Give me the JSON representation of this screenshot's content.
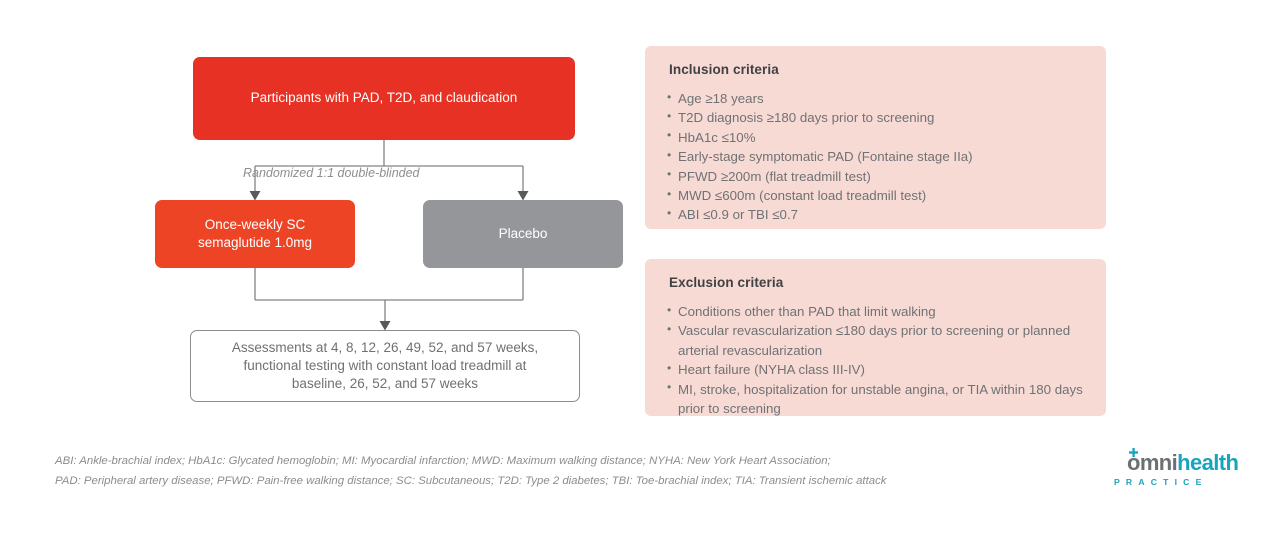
{
  "flow": {
    "participants_box": "Participants with PAD, T2D, and claudication",
    "randomization_label": "Randomized 1:1 double-blinded",
    "arm_treatment_line1": "Once-weekly SC",
    "arm_treatment_line2": "semaglutide 1.0mg",
    "arm_control": "Placebo",
    "assessments_line1": "Assessments at 4, 8, 12, 26, 49, 52, and 57 weeks,",
    "assessments_line2": "functional testing with constant load treadmill at",
    "assessments_line3": "baseline, 26, 52, and 57 weeks",
    "colors": {
      "participants_box": "#e63124",
      "treatment_box": "#ee4426",
      "control_box": "#949699",
      "assessments_border": "#8a8c8e",
      "connector": "#7f8285"
    }
  },
  "inclusion": {
    "title": "Inclusion criteria",
    "items": [
      "Age ≥18 years",
      "T2D diagnosis ≥180 days prior to screening",
      "HbA1c ≤10%",
      "Early-stage symptomatic PAD (Fontaine stage IIa)",
      "PFWD ≥200m (flat treadmill test)",
      "MWD ≤600m (constant load treadmill test)",
      "ABI ≤0.9 or TBI ≤0.7"
    ]
  },
  "exclusion": {
    "title": "Exclusion criteria",
    "items": [
      "Conditions other than PAD that limit walking",
      "Vascular revascularization ≤180 days prior to screening or planned arterial revascularization",
      "Heart failure (NYHA class III-IV)",
      "MI, stroke, hospitalization for unstable angina, or TIA within 180 days prior to screening"
    ]
  },
  "panel_colors": {
    "background": "#f8dad5",
    "title_text": "#3f4143",
    "body_text": "#6f7274"
  },
  "footnote": {
    "line1": "ABI: Ankle-brachial index; HbA1c: Glycated hemoglobin; MI: Myocardial infarction; MWD: Maximum walking distance; NYHA: New York Heart Association;",
    "line2": "PAD: Peripheral artery disease; PFWD: Pain-free walking distance; SC: Subcutaneous; T2D: Type 2 diabetes; TBI: Toe-brachial index; TIA: Transient ischemic attack"
  },
  "logo": {
    "word_part1": "omni",
    "word_part2": "health",
    "tagline": "PRACTICE",
    "cross_icon": "medical-cross-icon",
    "color_gray": "#6d7073",
    "color_teal": "#17a4bd"
  }
}
